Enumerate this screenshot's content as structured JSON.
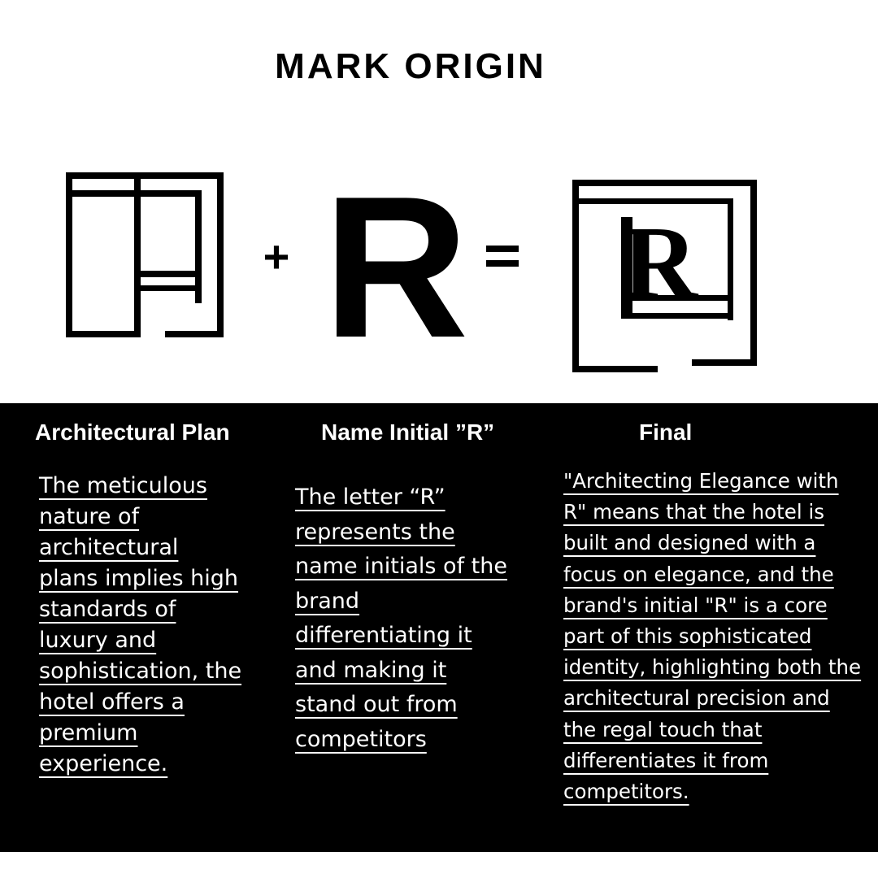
{
  "title": "MARK ORIGIN",
  "equation": {
    "plus_sign": "+",
    "letter": "R",
    "equals_sign": "=",
    "final_mark_letter": "R"
  },
  "columns": [
    {
      "heading": "Architectural Plan",
      "description": "The meticulous nature of architectural plans implies high standards of luxury and sophistication, the hotel offers a premium experience."
    },
    {
      "heading": "Name Initial ”R”",
      "description": "The letter “R” represents the name initials of the brand differentiating it and making it stand out from competitors"
    },
    {
      "heading": "Final",
      "description": "\"Architecting Elegance with R\" means that the hotel is built and designed with a focus on elegance, and the brand's initial \"R\" is a core part of this sophisticated identity, highlighting both the architectural precision and the regal touch that differentiates it from competitors."
    }
  ],
  "colors": {
    "background": "#ffffff",
    "panel": "#000000",
    "text_on_panel": "#ffffff",
    "ink": "#000000"
  },
  "icons": {
    "architectural_plan": "architectural-plan-icon",
    "final_mark": "final-logo-mark-icon"
  }
}
